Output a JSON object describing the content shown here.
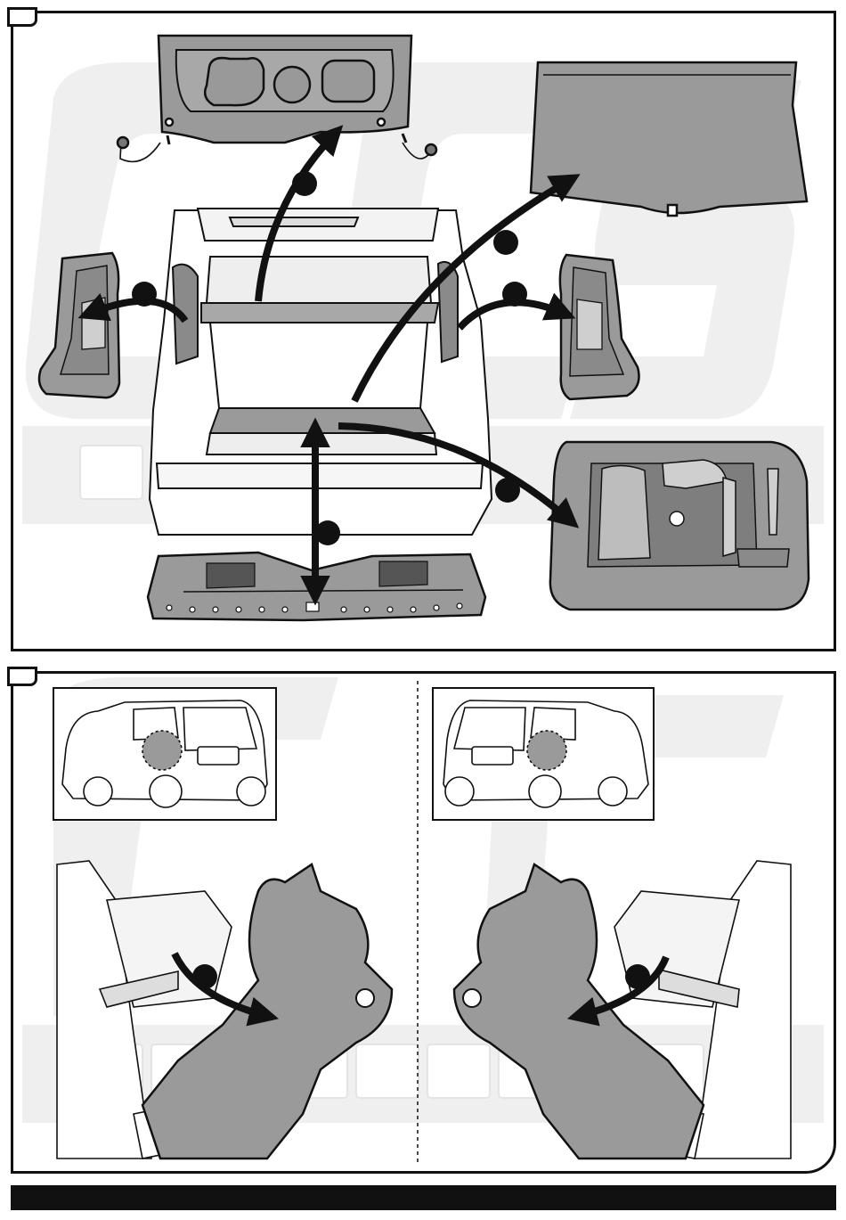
{
  "colors": {
    "line": "#111111",
    "part_fill": "#9a9a9a",
    "part_fill_dark": "#7e7e7e",
    "watermark": "#efefef",
    "panel_bg": "#ffffff"
  },
  "watermark": {
    "logo_text": "ECS",
    "sub_text": "ELECTRONICS"
  },
  "step_markers": {
    "panel1": [
      "parcel-shelf",
      "rear-load-cover",
      "left-side-panel",
      "right-side-panel",
      "spare-tool-tray",
      "boot-sill-trim"
    ],
    "panel2": [
      "left-wheelarch-trim",
      "right-wheelarch-trim"
    ]
  }
}
